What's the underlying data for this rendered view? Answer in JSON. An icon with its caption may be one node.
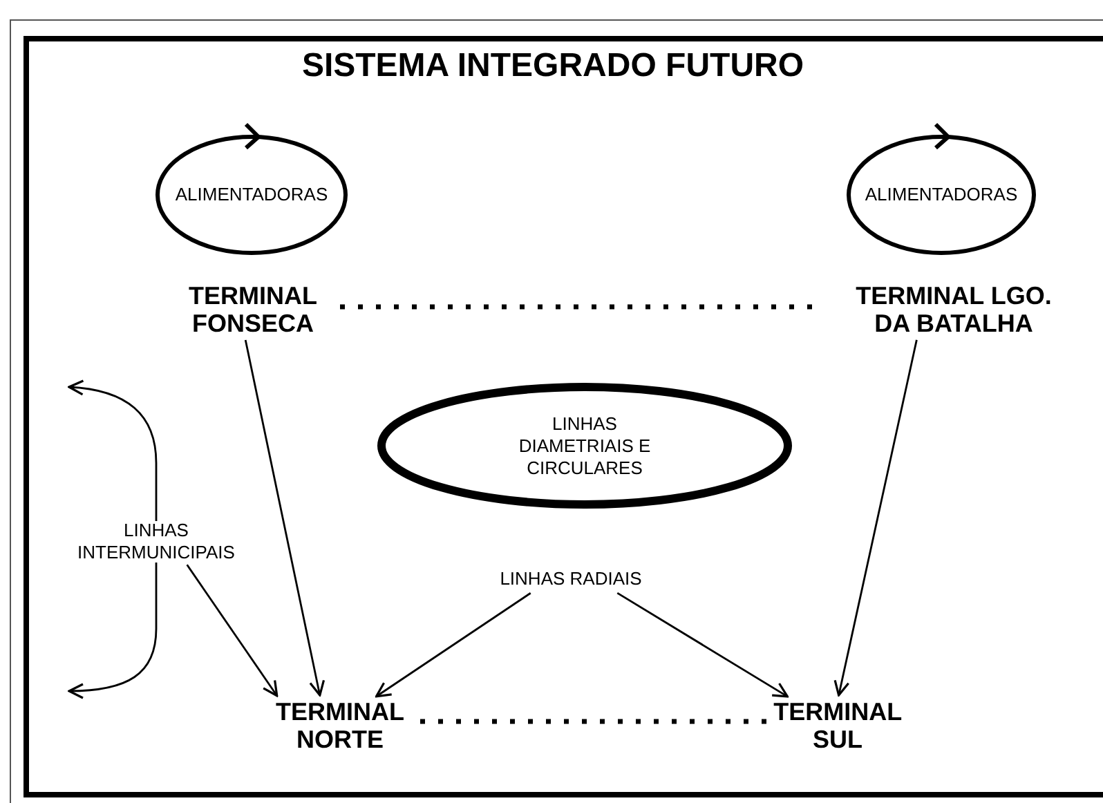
{
  "diagram": {
    "title": "SISTEMA INTEGRADO FUTURO",
    "nodes": [
      {
        "text": [
          "ALIMENTADORAS"
        ]
      },
      {
        "text": [
          "ALIMENTADORAS"
        ]
      },
      {
        "text": [
          "TERMINAL FONSECA"
        ]
      },
      {
        "text": [
          "TERMINAL LGO. DA BATALHA"
        ]
      },
      {
        "text": [
          "LINHAS DIAMETRIAIS E CIRCULARES"
        ]
      },
      {
        "text": [
          "LINHAS INTERMUNICIPAIS"
        ]
      },
      {
        "text": [
          "LINHAS RADIAIS"
        ]
      },
      {
        "text": [
          "TERMINAL NORTE"
        ]
      },
      {
        "text": [
          "TERMINAL SUL"
        ]
      }
    ],
    "edges": [
      {
        "from": 2,
        "to": 3,
        "arrow": "none",
        "style": "dashed"
      },
      {
        "from": 2,
        "to": 7,
        "arrow": "to"
      },
      {
        "from": 3,
        "to": 8,
        "arrow": "to"
      },
      {
        "from": 5,
        "to": null,
        "arrow": "to"
      },
      {
        "from": 5,
        "to": null,
        "arrow": "to"
      },
      {
        "from": 5,
        "to": 7,
        "arrow": "to"
      },
      {
        "from": 6,
        "to": 7,
        "arrow": "to"
      },
      {
        "from": 6,
        "to": 8,
        "arrow": "to"
      },
      {
        "from": 7,
        "to": 8,
        "arrow": "none",
        "style": "dashed"
      }
    ]
  }
}
